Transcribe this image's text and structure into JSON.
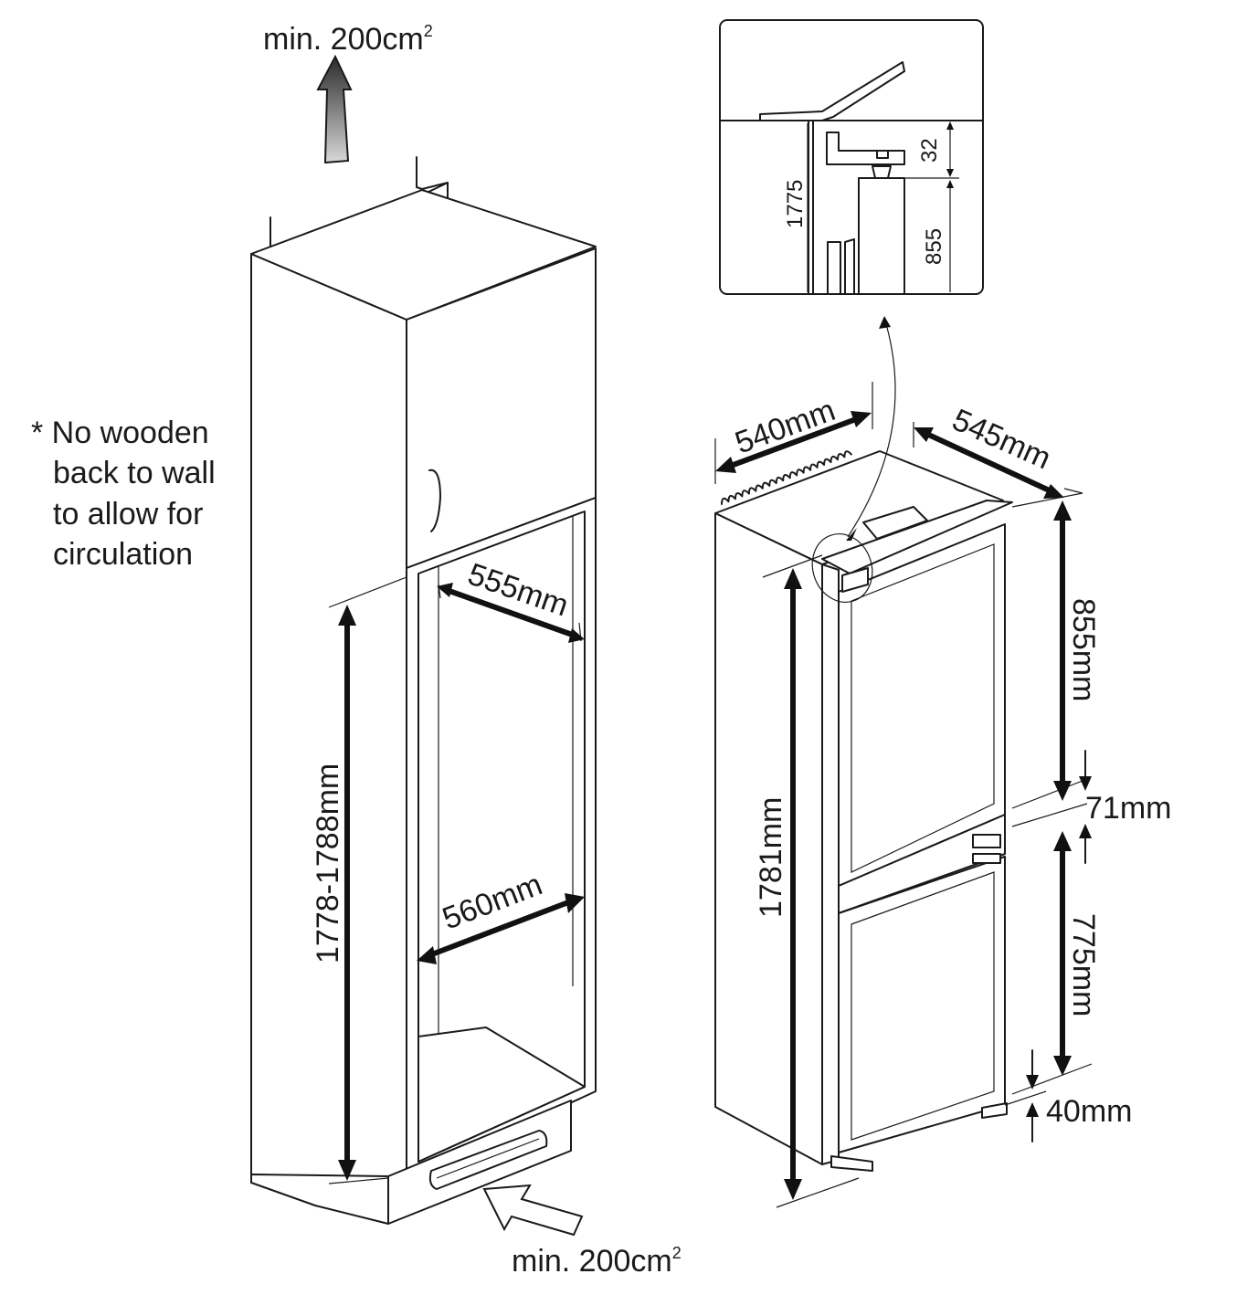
{
  "diagram": {
    "top_vent_label": "min. 200cm",
    "bottom_vent_label": "min. 200cm",
    "vent_superscript": "2",
    "note_lines": [
      "* No wooden",
      "back to wall",
      "to allow for",
      "circulation"
    ],
    "cabinet_dimensions": {
      "depth_top": "555mm",
      "width_bottom": "560mm",
      "niche_height": "1778-1788mm"
    },
    "fridge_dimensions": {
      "width": "540mm",
      "depth": "545mm",
      "height": "1781mm",
      "upper_door": "855mm",
      "door_gap": "71mm",
      "lower_door": "775mm",
      "bottom_gap": "40mm"
    },
    "detail_inset": {
      "height": "1775",
      "gap": "32",
      "door": "855"
    }
  }
}
